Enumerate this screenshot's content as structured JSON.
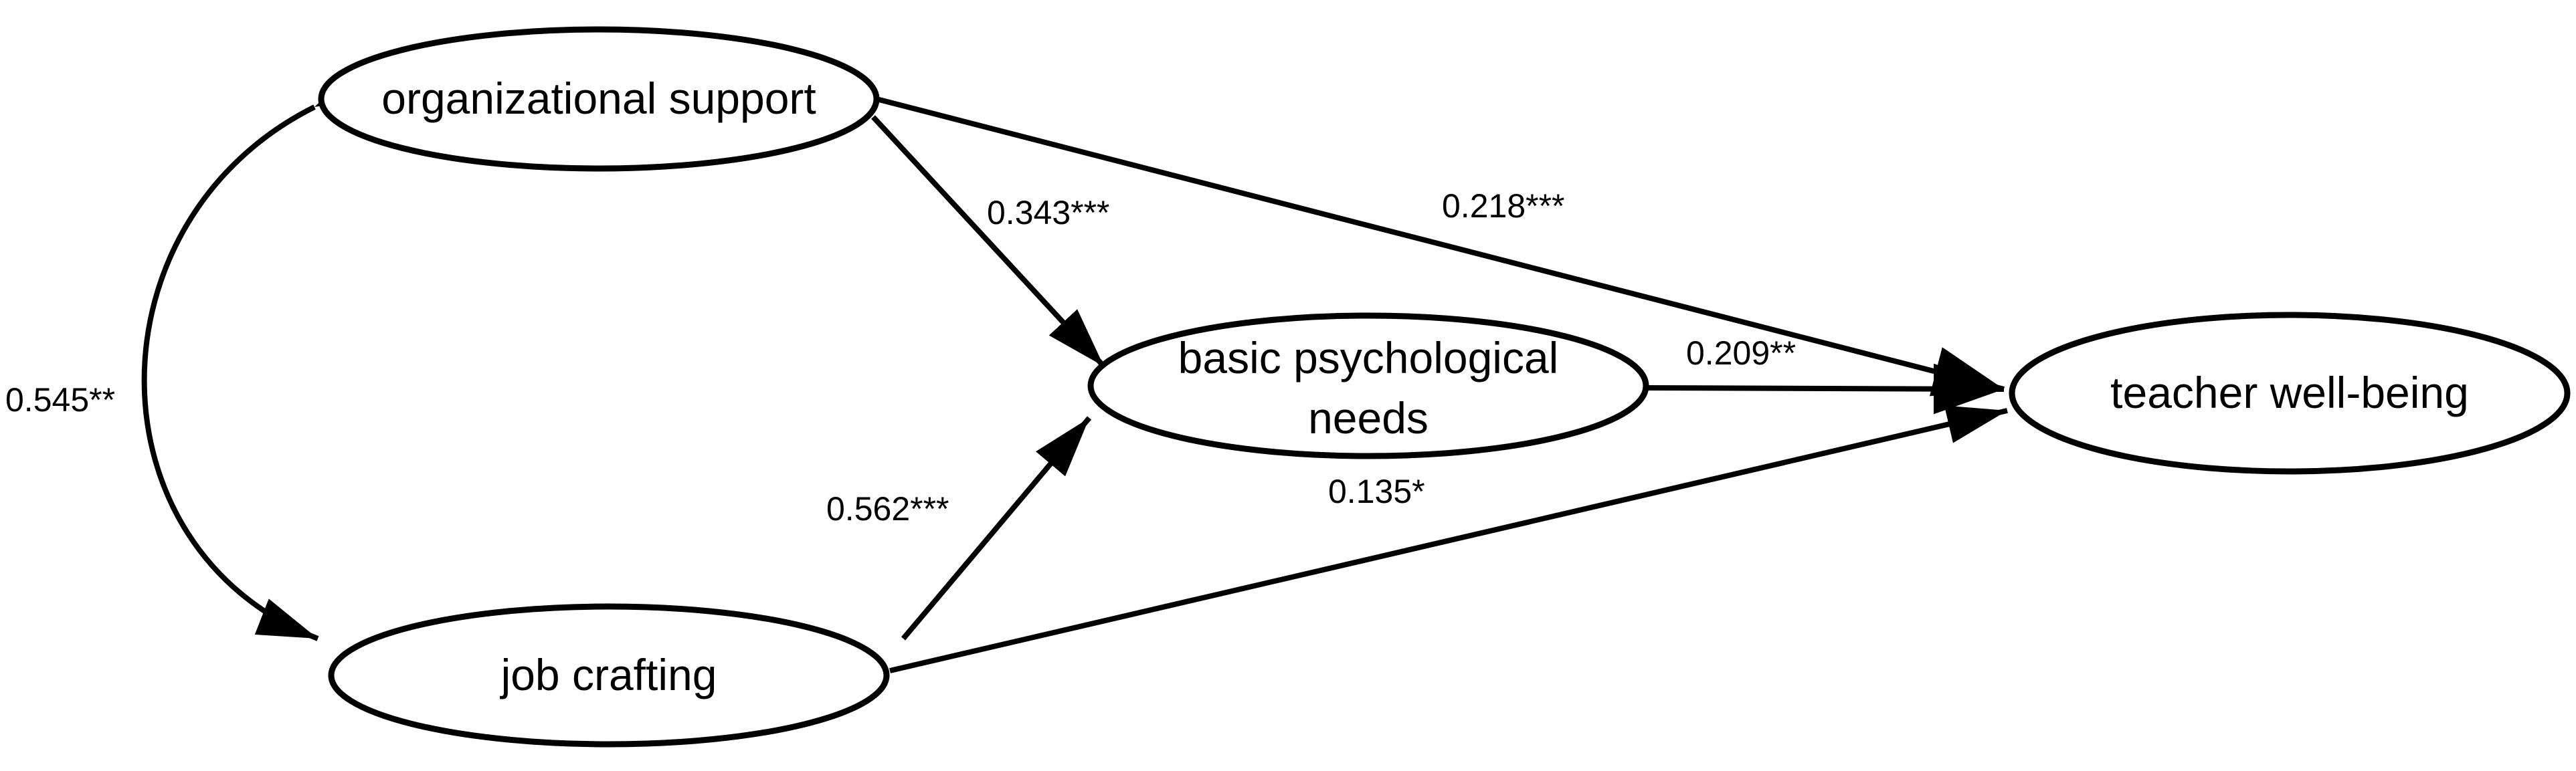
{
  "nodes": {
    "organizational_support": {
      "label": "organizational support"
    },
    "job_crafting": {
      "label": "job crafting"
    },
    "basic_psychological_needs": {
      "label_line1": "basic psychological",
      "label_line2": "needs"
    },
    "teacher_well_being": {
      "label": "teacher well-being"
    }
  },
  "edges": {
    "covariance_os_jc": {
      "coefficient": "0.545**"
    },
    "os_to_bpn": {
      "coefficient": "0.343***"
    },
    "os_to_twb": {
      "coefficient": "0.218***"
    },
    "bpn_to_twb": {
      "coefficient": "0.209**"
    },
    "jc_to_bpn": {
      "coefficient": "0.562***"
    },
    "jc_to_twb": {
      "coefficient": "0.135*"
    }
  },
  "colors": {
    "stroke": "#000000",
    "background": "#ffffff"
  }
}
